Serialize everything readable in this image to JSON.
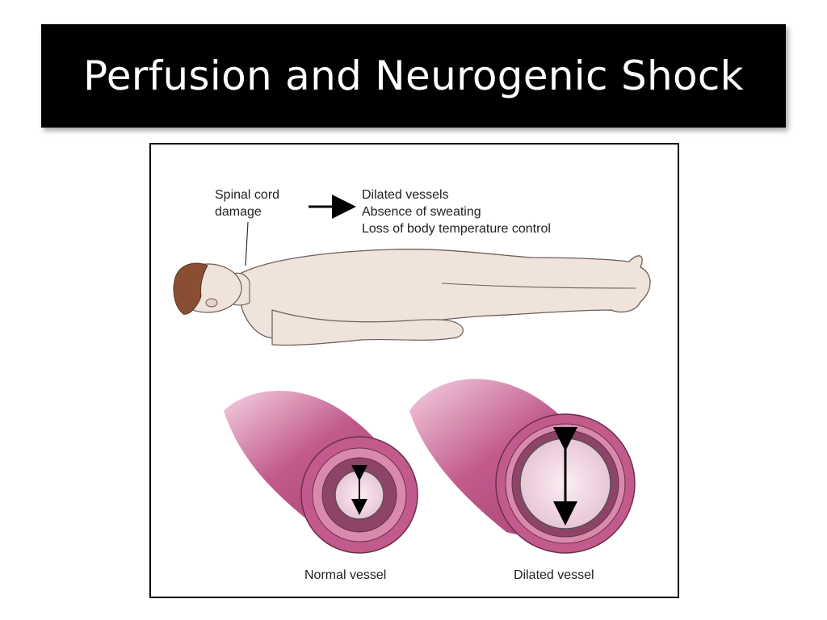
{
  "slide": {
    "title": "Perfusion and Neurogenic Shock"
  },
  "diagram": {
    "cause": [
      "Spinal cord",
      "damage"
    ],
    "effects": [
      "Dilated vessels",
      "Absence of sweating",
      "Loss of body temperature control"
    ],
    "normal_vessel_label": "Normal vessel",
    "dilated_vessel_label": "Dilated vessel"
  },
  "colors": {
    "title_background": "#000000",
    "title_text": "#ffffff",
    "skin": "#efe3dc",
    "hair": "#8a4f33",
    "vessel": "#c25a8c",
    "vessel_inner": "#8e4466"
  }
}
